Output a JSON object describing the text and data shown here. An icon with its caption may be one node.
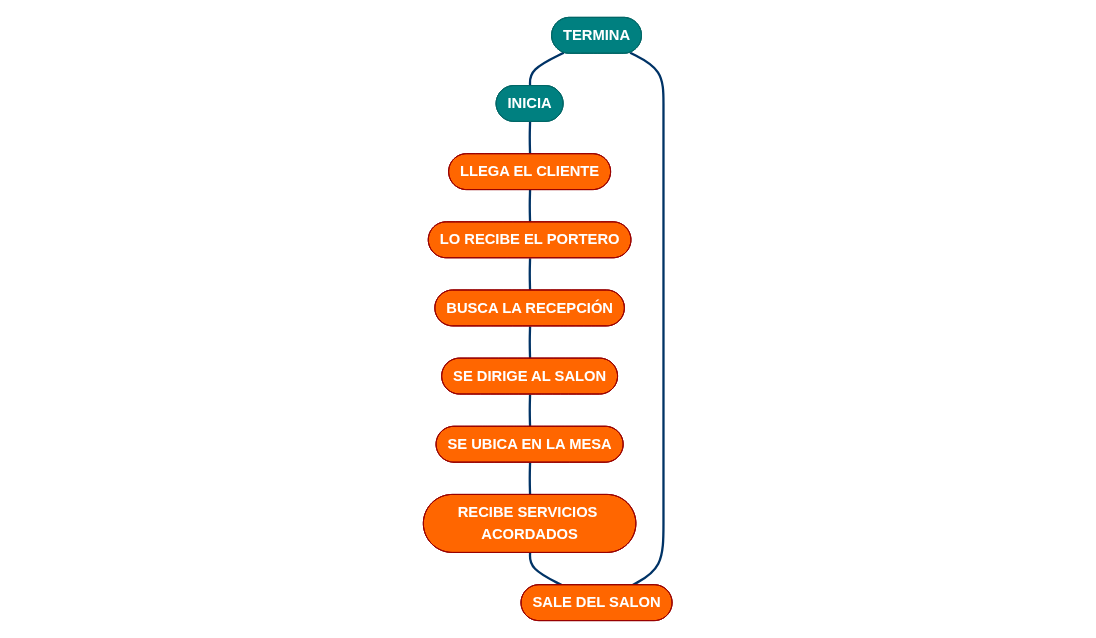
{
  "diagram": {
    "nodes": [
      {
        "text": [
          "TERMINA"
        ]
      },
      {
        "text": [
          "INICIA"
        ]
      },
      {
        "text": [
          "SALE DEL SALON"
        ]
      },
      {
        "text": [
          "LLEGA EL CLIENTE"
        ]
      },
      {
        "text": [
          "RECIBE SERVICIOS ACORDADOS"
        ]
      },
      {
        "text": [
          "LO RECIBE EL PORTERO"
        ]
      },
      {
        "text": [
          "SE UBICA EN LA MESA"
        ]
      },
      {
        "text": [
          "BUSCA LA RECEPCIÓN"
        ]
      },
      {
        "text": [
          "SE DIRIGE AL SALON"
        ]
      }
    ],
    "edges": [
      {
        "from": 1,
        "to": 3,
        "arrow": "none"
      },
      {
        "from": 3,
        "to": 5,
        "arrow": "none"
      },
      {
        "from": 5,
        "to": 7,
        "arrow": "none"
      },
      {
        "from": 7,
        "to": 8,
        "arrow": "none"
      },
      {
        "from": 8,
        "to": 6,
        "arrow": "none"
      },
      {
        "from": 6,
        "to": 4,
        "arrow": "none"
      },
      {
        "from": 4,
        "to": 2,
        "arrow": "none"
      },
      {
        "from": 2,
        "to": 0,
        "arrow": "none"
      },
      {
        "from": 0,
        "to": 1,
        "arrow": "none"
      }
    ]
  }
}
